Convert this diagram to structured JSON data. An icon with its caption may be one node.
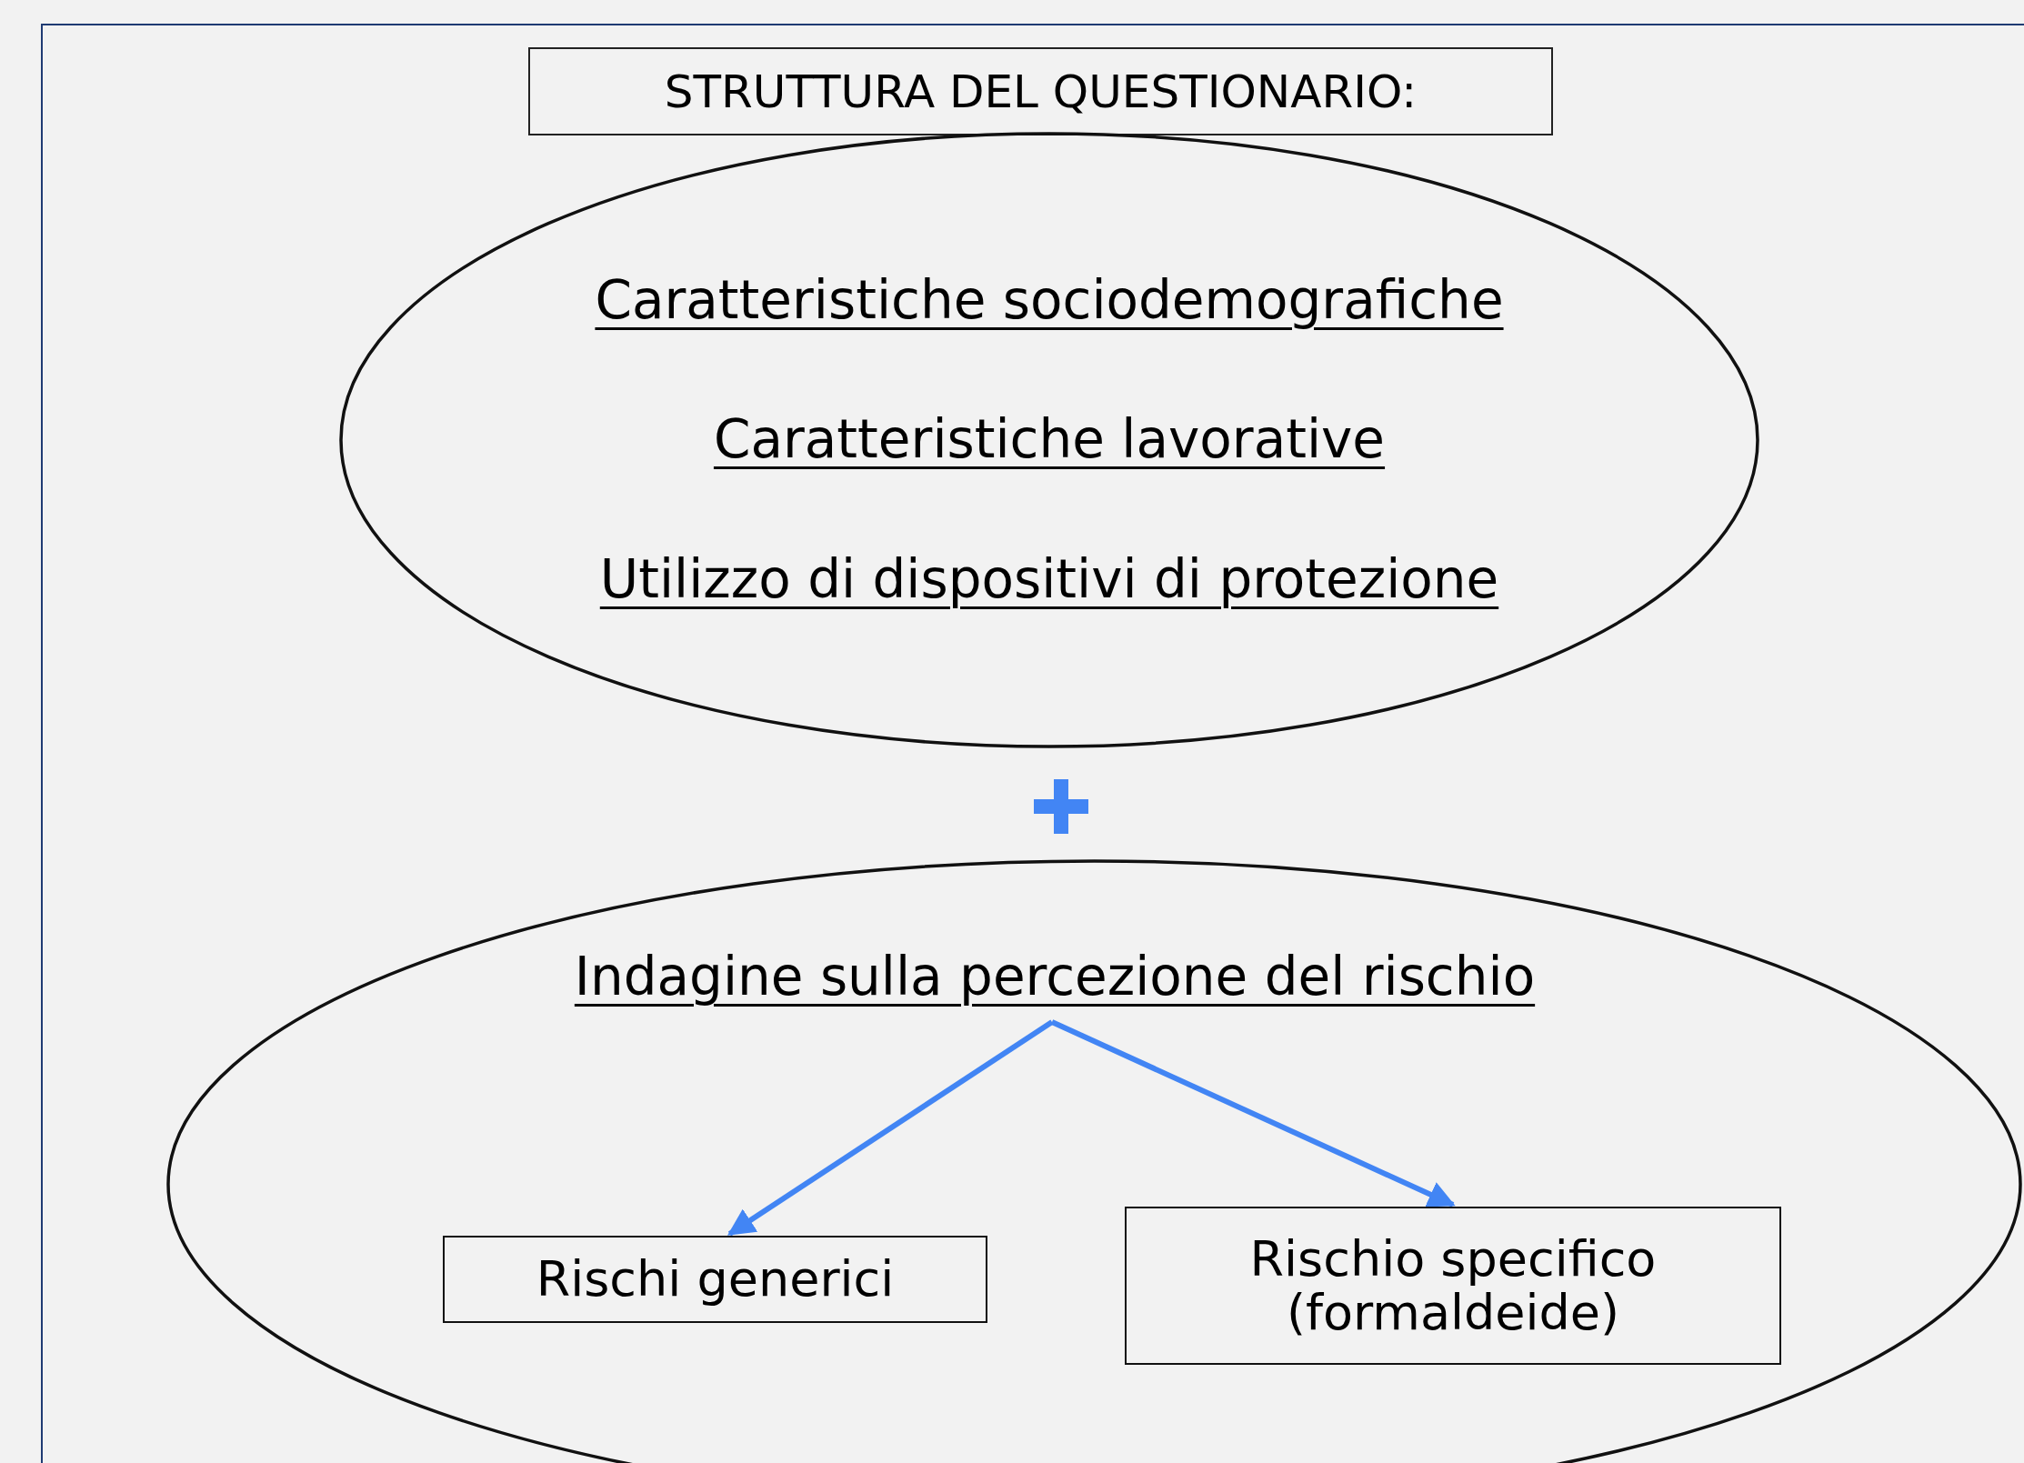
{
  "diagram": {
    "title": "STRUTTURA DEL QUESTIONARIO:",
    "nodes": [
      {
        "text": [
          "Caratteristiche sociodemografiche",
          "Caratteristiche lavorative",
          "Utilizzo di dispositivi di protezione"
        ]
      },
      {
        "text": [],
        "shape": "ellipse"
      },
      {
        "text": [
          "Indagine sulla percezione del rischio"
        ],
        "in": 1
      },
      {
        "text": [
          "Rischi generici"
        ],
        "in": 1
      },
      {
        "text": [
          "Rischio specifico (formaldeide)"
        ],
        "in": 1
      }
    ],
    "edges": [
      {
        "from": 2,
        "to": 3,
        "arrow": "to"
      },
      {
        "from": 2,
        "to": 4,
        "arrow": "to"
      }
    ]
  }
}
